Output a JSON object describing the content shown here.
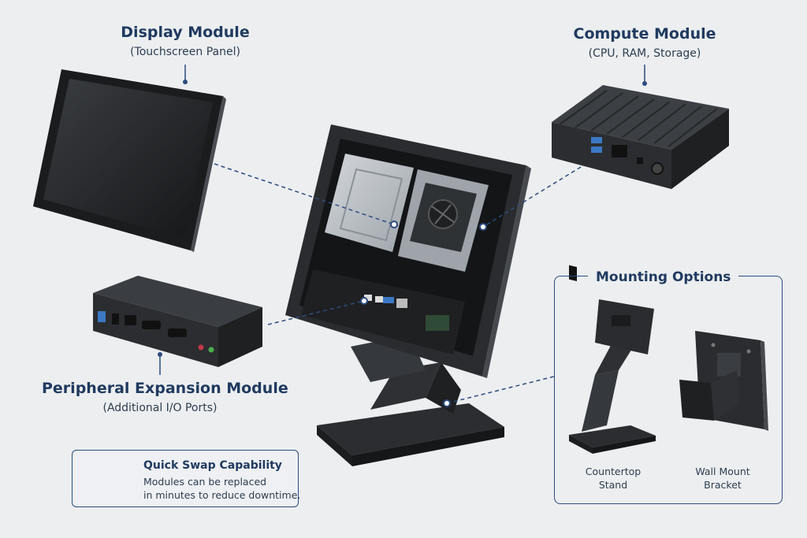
{
  "display_module": {
    "title": "Display Module",
    "subtitle": "(Touchscreen Panel)"
  },
  "compute_module": {
    "title": "Compute Module",
    "subtitle": "(CPU, RAM, Storage)"
  },
  "peripheral_module": {
    "title": "Peripheral Expansion Module",
    "subtitle": "(Additional I/O Ports)"
  },
  "mounting": {
    "title": "Mounting Options",
    "countertop": {
      "line1": "Countertop",
      "line2": "Stand"
    },
    "wall": {
      "line1": "Wall Mount",
      "line2": "Bracket"
    }
  },
  "quick_swap": {
    "title": "Quick Swap Capability",
    "line1": "Modules can be replaced",
    "line2": "in minutes to reduce downtime."
  },
  "colors": {
    "accent": "#1f3a5f",
    "leader": "#2b4c7e",
    "device": "#2e3033",
    "chassis": "#b9bec4"
  }
}
